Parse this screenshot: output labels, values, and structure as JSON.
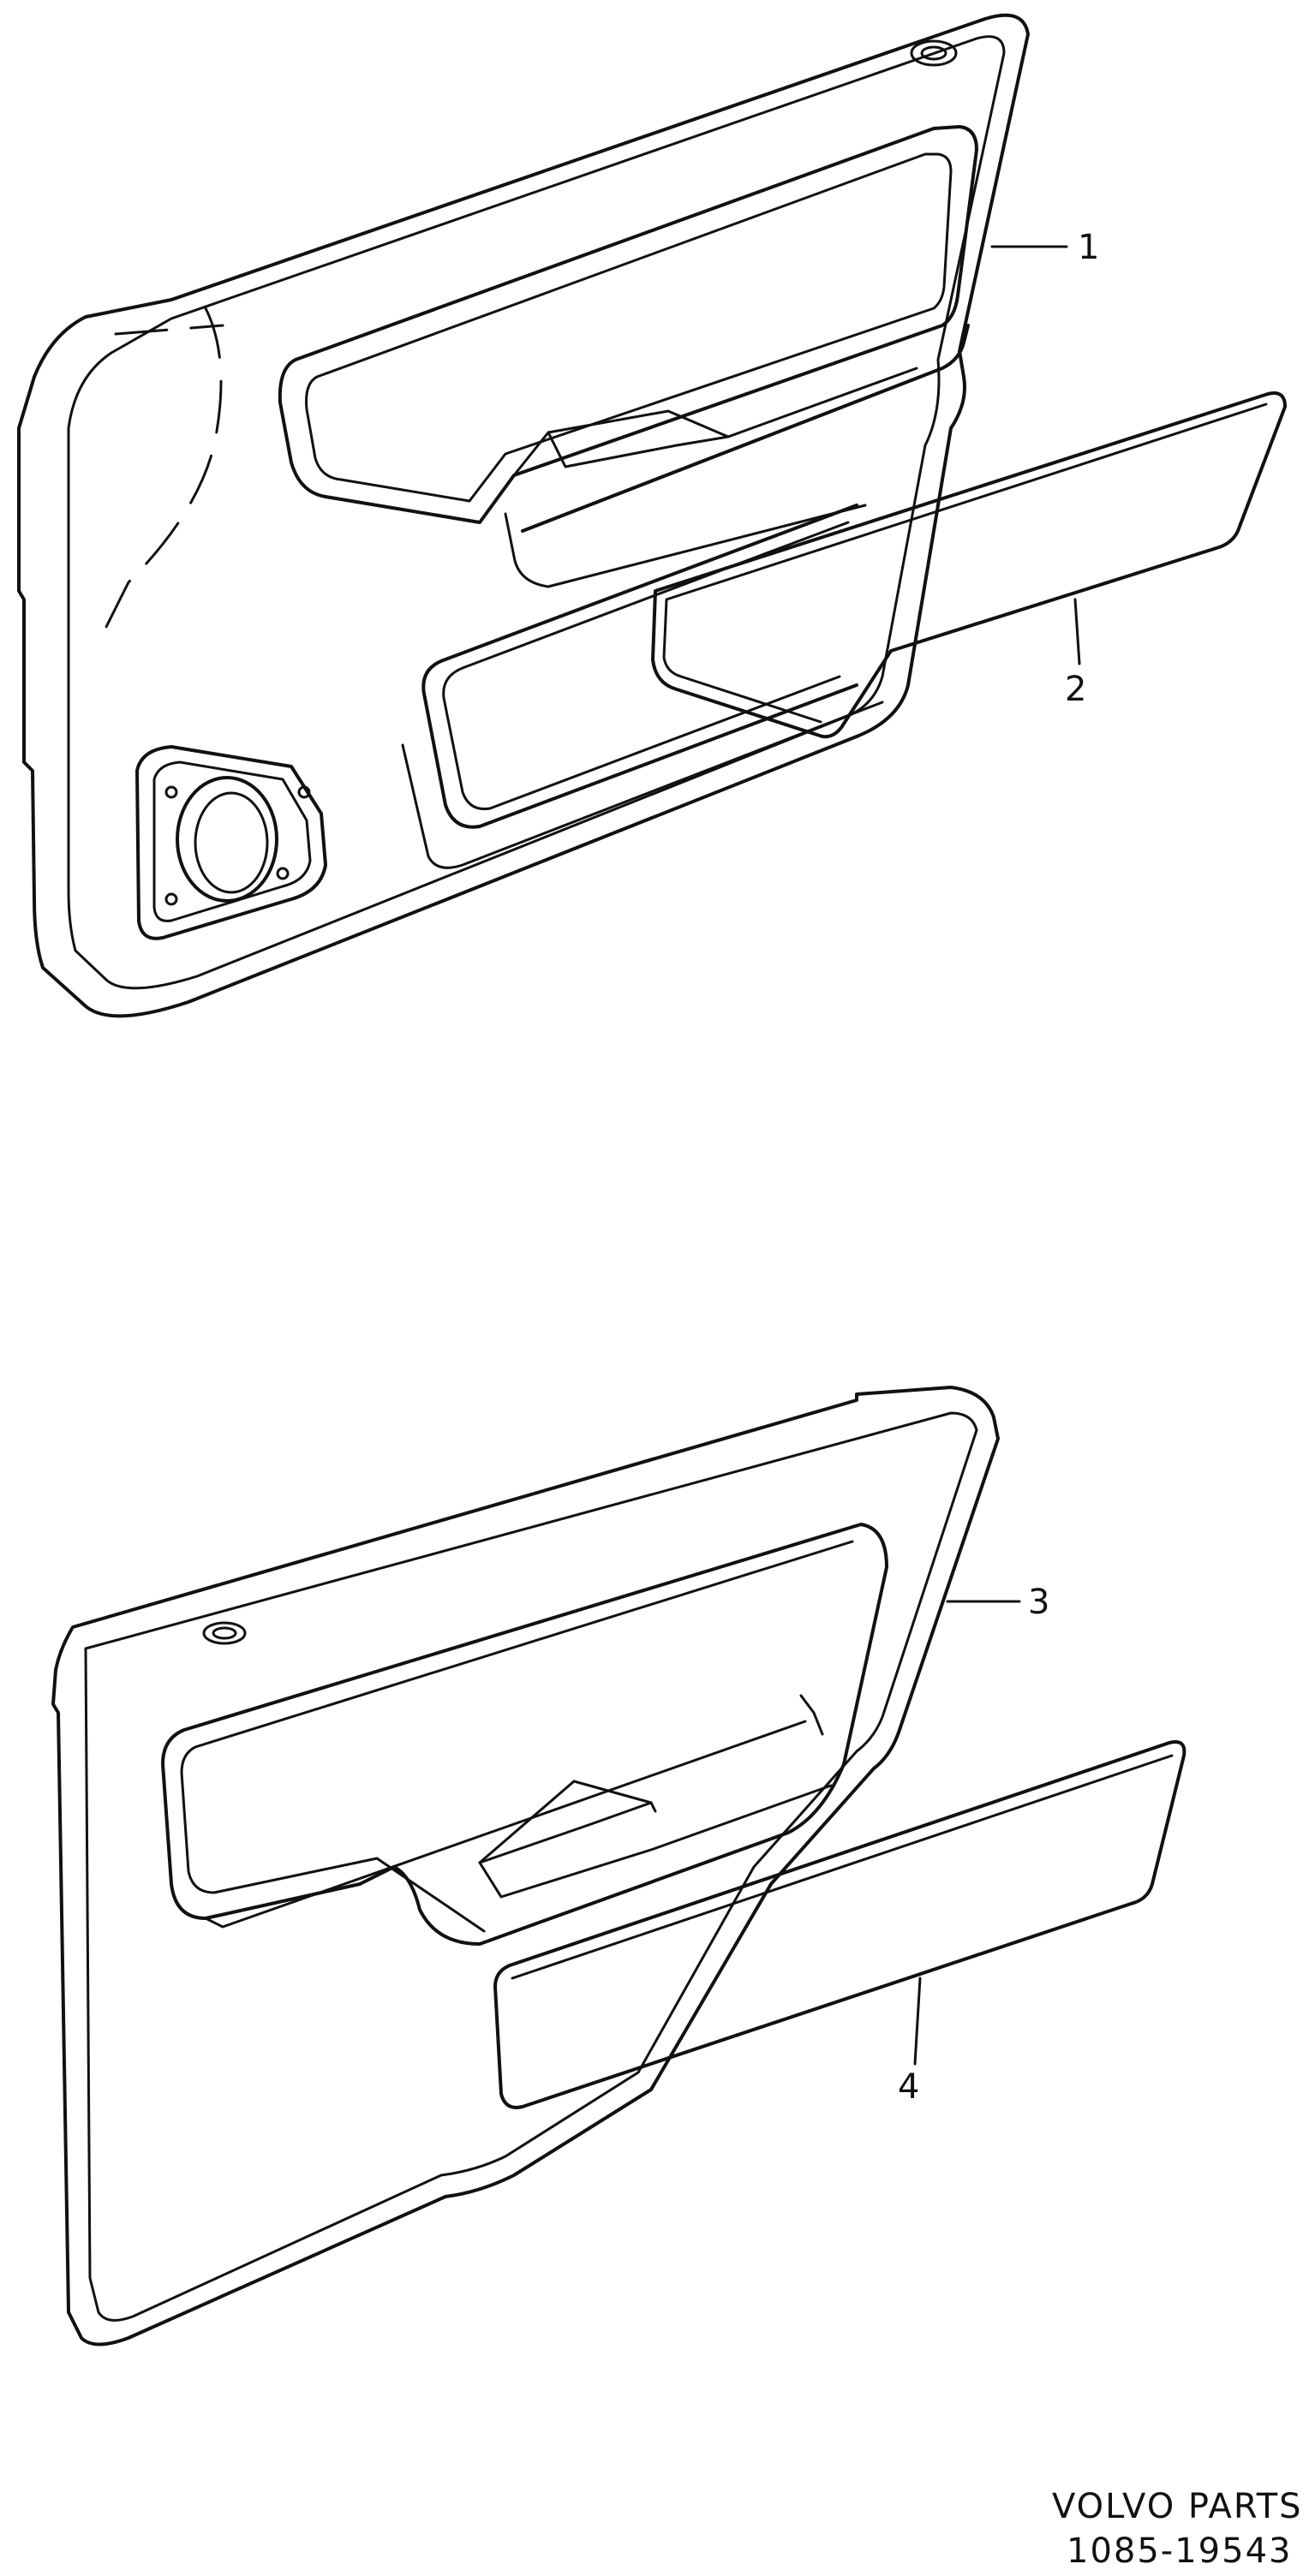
{
  "callouts": [
    {
      "id": "1",
      "label": "1"
    },
    {
      "id": "2",
      "label": "2"
    },
    {
      "id": "3",
      "label": "3"
    },
    {
      "id": "4",
      "label": "4"
    }
  ],
  "footer": {
    "line1": "VOLVO PARTS",
    "line2": "1085-19543"
  }
}
